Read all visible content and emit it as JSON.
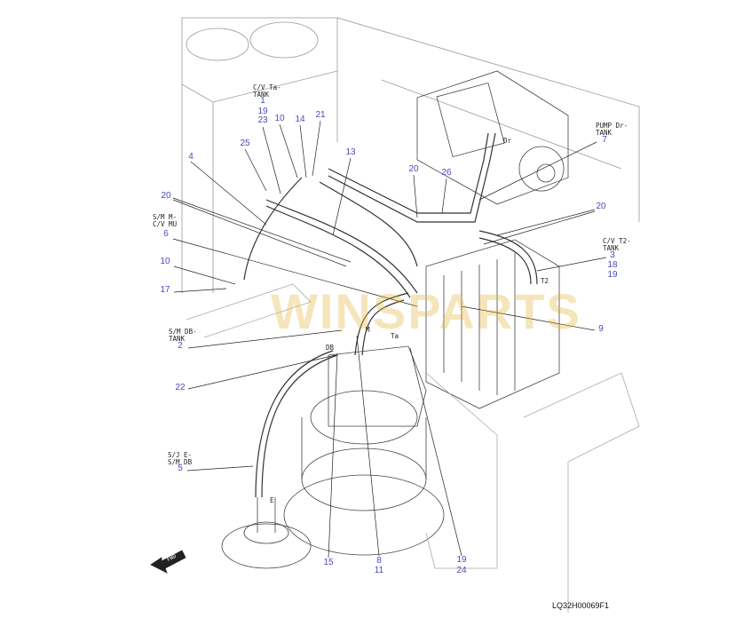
{
  "captions": {
    "cv_ta_tank": "C/V Ta-\nTANK",
    "sm_m_cv_mu": "S/M M-\nC/V MU",
    "pump_dr_tank": "PUMP Dr-\nTANK",
    "cv_t2_tank": "C/V T2-\nTANK",
    "sm_db_tank": "S/M DB-\nTANK",
    "sj_e_sm_db": "S/J E-\nS/M DB"
  },
  "ports": {
    "dr": "Dr",
    "t2": "T2",
    "m": "M",
    "ta": "Ta",
    "db": "DB",
    "e": "E"
  },
  "callouts": {
    "c1": "1",
    "c19a": "19",
    "c23": "23",
    "c10a": "10",
    "c14": "14",
    "c21": "21",
    "c25": "25",
    "c4": "4",
    "c13": "13",
    "c20a": "20",
    "c6": "6",
    "c20b": "20",
    "c26": "26",
    "c7": "7",
    "c20c": "20",
    "c3": "3",
    "c18": "18",
    "c19b": "19",
    "c9": "9",
    "c10b": "10",
    "c17": "17",
    "c2": "2",
    "c22": "22",
    "c5": "5",
    "c15": "15",
    "c8": "8",
    "c11": "11",
    "c19c": "19",
    "c24": "24"
  },
  "watermark": "WINSPARTS",
  "fwd": "FWD",
  "reference": "LQ32H00069F1",
  "colors": {
    "callout": "#4a4ac0",
    "line": "#222222",
    "watermark": "#e1b43c"
  }
}
